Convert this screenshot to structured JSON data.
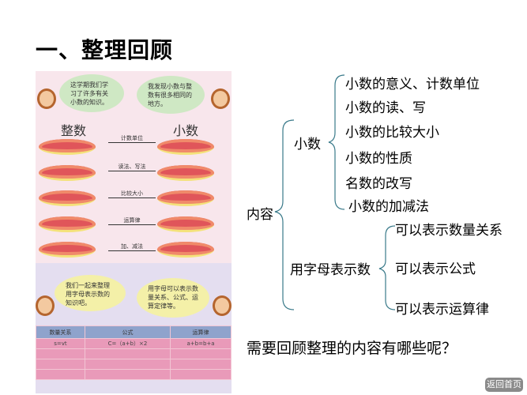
{
  "title": "一、整理回顾",
  "illustration": {
    "bubble_top_left": "这学期我们学习了许多有关小数的知识。",
    "bubble_top_right": "我发现小数与整数有很多相同的地方。",
    "left_heading": "整数",
    "right_heading": "小数",
    "arrow_labels": [
      "计数单位",
      "读法、写法",
      "比较大小",
      "运算律",
      "加、减法"
    ],
    "bubble_bottom_left": "我们一起来整理用字母表示数的知识吧。",
    "bubble_bottom_right": "用字母可以表示数量关系、公式、运算定律等。",
    "table": {
      "headers": [
        "数量关系",
        "公式",
        "运算律"
      ],
      "rows": [
        [
          "s=vt",
          "C=（a+b）×2",
          "a+b=b+a"
        ]
      ]
    }
  },
  "tree": {
    "root": "内容",
    "branch1": {
      "label": "小数",
      "items": [
        "小数的意义、计数单位",
        "小数的读、写",
        "小数的比较大小",
        "小数的性质",
        "名数的改写",
        "小数的加减法"
      ]
    },
    "branch2": {
      "label": "用字母表示数",
      "items": [
        "可以表示数量关系",
        "可以表示公式",
        "可以表示运算律"
      ]
    }
  },
  "question": "需要回顾整理的内容有哪些呢？",
  "home_button": "返回首页"
}
